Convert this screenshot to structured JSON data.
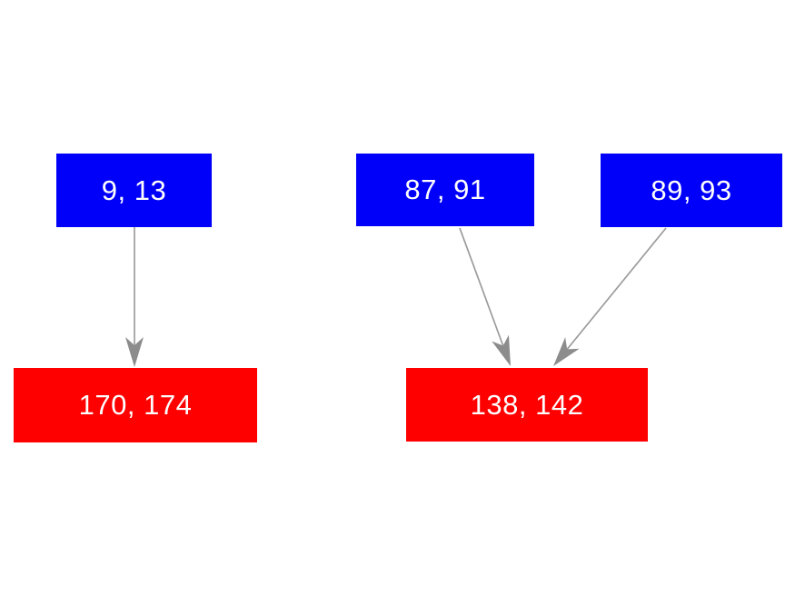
{
  "diagram": {
    "background_color": "#ffffff",
    "node_text_color": "#ffffff",
    "parent_node_color": "#0000fa",
    "child_node_color": "#ff0000",
    "edge_line_color": "#a6a6a6",
    "edge_arrowhead_color": "#8c8c8c",
    "nodes": [
      {
        "id": "n1",
        "label": "9, 13",
        "role": "parent",
        "color": "#0000fa"
      },
      {
        "id": "n2",
        "label": "87, 91",
        "role": "parent",
        "color": "#0000fa"
      },
      {
        "id": "n3",
        "label": "89, 93",
        "role": "parent",
        "color": "#0000fa"
      },
      {
        "id": "n4",
        "label": "170, 174",
        "role": "child",
        "color": "#ff0000"
      },
      {
        "id": "n5",
        "label": "138, 142",
        "role": "child",
        "color": "#ff0000"
      }
    ],
    "edges": [
      {
        "from": "9, 13",
        "to": "170, 174"
      },
      {
        "from": "87, 91",
        "to": "138, 142"
      },
      {
        "from": "89, 93",
        "to": "138, 142"
      }
    ]
  }
}
